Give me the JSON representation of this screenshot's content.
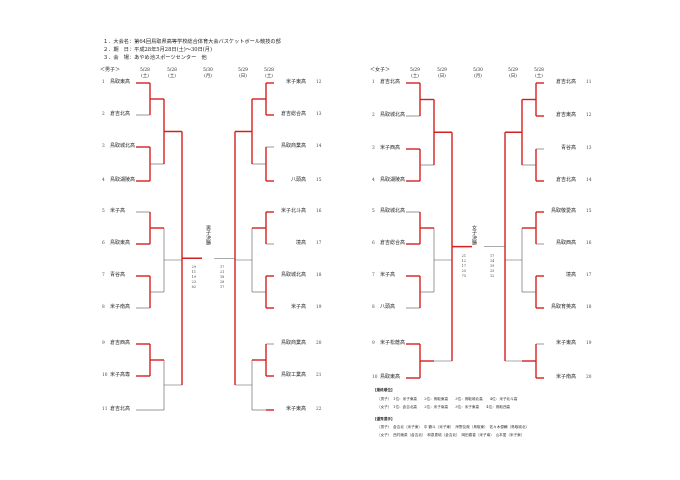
{
  "header": {
    "line1": "１．大会名：第64回鳥取県高等学校総合体育大会バスケットボール競技の部",
    "line2": "２．期　日：平成28年5月28日(土)～30日(月)",
    "line3": "３．会　場：あやめ池スポーツセンター　他"
  },
  "boys": {
    "section_label": "＜男子＞",
    "dates": [
      "5/28\n(土)",
      "5/28\n(土)",
      "5/30\n(月)",
      "5/29\n(日)",
      "5/28\n(土)"
    ],
    "final_label": "男子決勝",
    "left_teams": [
      {
        "seed": "1",
        "name": "鳥取東高"
      },
      {
        "seed": "2",
        "name": "倉吉北高"
      },
      {
        "seed": "3",
        "name": "鳥取城北高"
      },
      {
        "seed": "4",
        "name": "鳥取湖陵高"
      },
      {
        "seed": "5",
        "name": "米子高"
      },
      {
        "seed": "6",
        "name": "鳥取東高"
      },
      {
        "seed": "7",
        "name": "青谷高"
      },
      {
        "seed": "8",
        "name": "米子南高"
      },
      {
        "seed": "9",
        "name": "倉吉西高"
      },
      {
        "seed": "10",
        "name": "米子高専"
      },
      {
        "seed": "11",
        "name": "倉吉北高"
      }
    ],
    "right_teams": [
      {
        "seed": "12",
        "name": "米子東高"
      },
      {
        "seed": "13",
        "name": "倉吉総合高"
      },
      {
        "seed": "14",
        "name": "鳥取商業高"
      },
      {
        "seed": "15",
        "name": "八頭高"
      },
      {
        "seed": "16",
        "name": "米子北斗高"
      },
      {
        "seed": "17",
        "name": "境高"
      },
      {
        "seed": "18",
        "name": "鳥取城北高"
      },
      {
        "seed": "19",
        "name": "米子高"
      },
      {
        "seed": "20",
        "name": "鳥取商業高"
      },
      {
        "seed": "21",
        "name": "鳥取工業高"
      },
      {
        "seed": "22",
        "name": "米子東高"
      }
    ],
    "center_scores": [
      "29",
      "11",
      "19",
      "23",
      "82",
      "17",
      "21",
      "18",
      "28",
      "17"
    ]
  },
  "girls": {
    "section_label": "＜女子＞",
    "dates": [
      "5/29\n(土)",
      "5/29\n(日)",
      "5/30\n(月)",
      "5/29\n(日)",
      "5/28\n(土)"
    ],
    "final_label": "女子決勝",
    "left_teams": [
      {
        "seed": "1",
        "name": "倉吉北高"
      },
      {
        "seed": "2",
        "name": "鳥取城北高"
      },
      {
        "seed": "3",
        "name": "米子西高"
      },
      {
        "seed": "4",
        "name": "鳥取湖陵高"
      },
      {
        "seed": "5",
        "name": "鳥取城北高"
      },
      {
        "seed": "6",
        "name": "倉吉総合高"
      },
      {
        "seed": "7",
        "name": "米子高"
      },
      {
        "seed": "8",
        "name": "八頭高"
      },
      {
        "seed": "9",
        "name": "米子松蔭高"
      },
      {
        "seed": "10",
        "name": "鳥取東高"
      }
    ],
    "right_teams": [
      {
        "seed": "11",
        "name": "倉吉北高"
      },
      {
        "seed": "12",
        "name": "倉吉東高"
      },
      {
        "seed": "13",
        "name": "青谷高"
      },
      {
        "seed": "14",
        "name": "倉吉北高"
      },
      {
        "seed": "15",
        "name": "鳥取敬愛高"
      },
      {
        "seed": "16",
        "name": "鳥取西高"
      },
      {
        "seed": "17",
        "name": "境高"
      },
      {
        "seed": "18",
        "name": "鳥取育英高"
      },
      {
        "seed": "19",
        "name": "米子東高"
      },
      {
        "seed": "20",
        "name": "米子南高"
      }
    ],
    "center_scores": [
      "21",
      "12",
      "17",
      "25",
      "75",
      "17",
      "14",
      "19",
      "25",
      "12"
    ]
  },
  "results": {
    "title": "【最終順位】",
    "rows": [
      "〔男子〕　1位：米子東高　　2位：鳥取東高　　3位：鳥取城北高　　4位：米子北斗高",
      "〔女子〕　1位：倉吉北高　　2位：米子南高　　3位：米子東高　　4位：鳥取西高"
    ]
  },
  "awards": {
    "title": "【優秀選手】",
    "rows": [
      "〔男子〕　倉吉北（米子東）　中 鶴斗（米子東）　岸野友哉（鳥取東）　佐々木優輔（鳥取城北）",
      "〔女子〕　西村綾菜（倉吉北）　和泉恵琉（倉吉北）　岡田春香（米子南）　山本愛（米子東）"
    ]
  }
}
